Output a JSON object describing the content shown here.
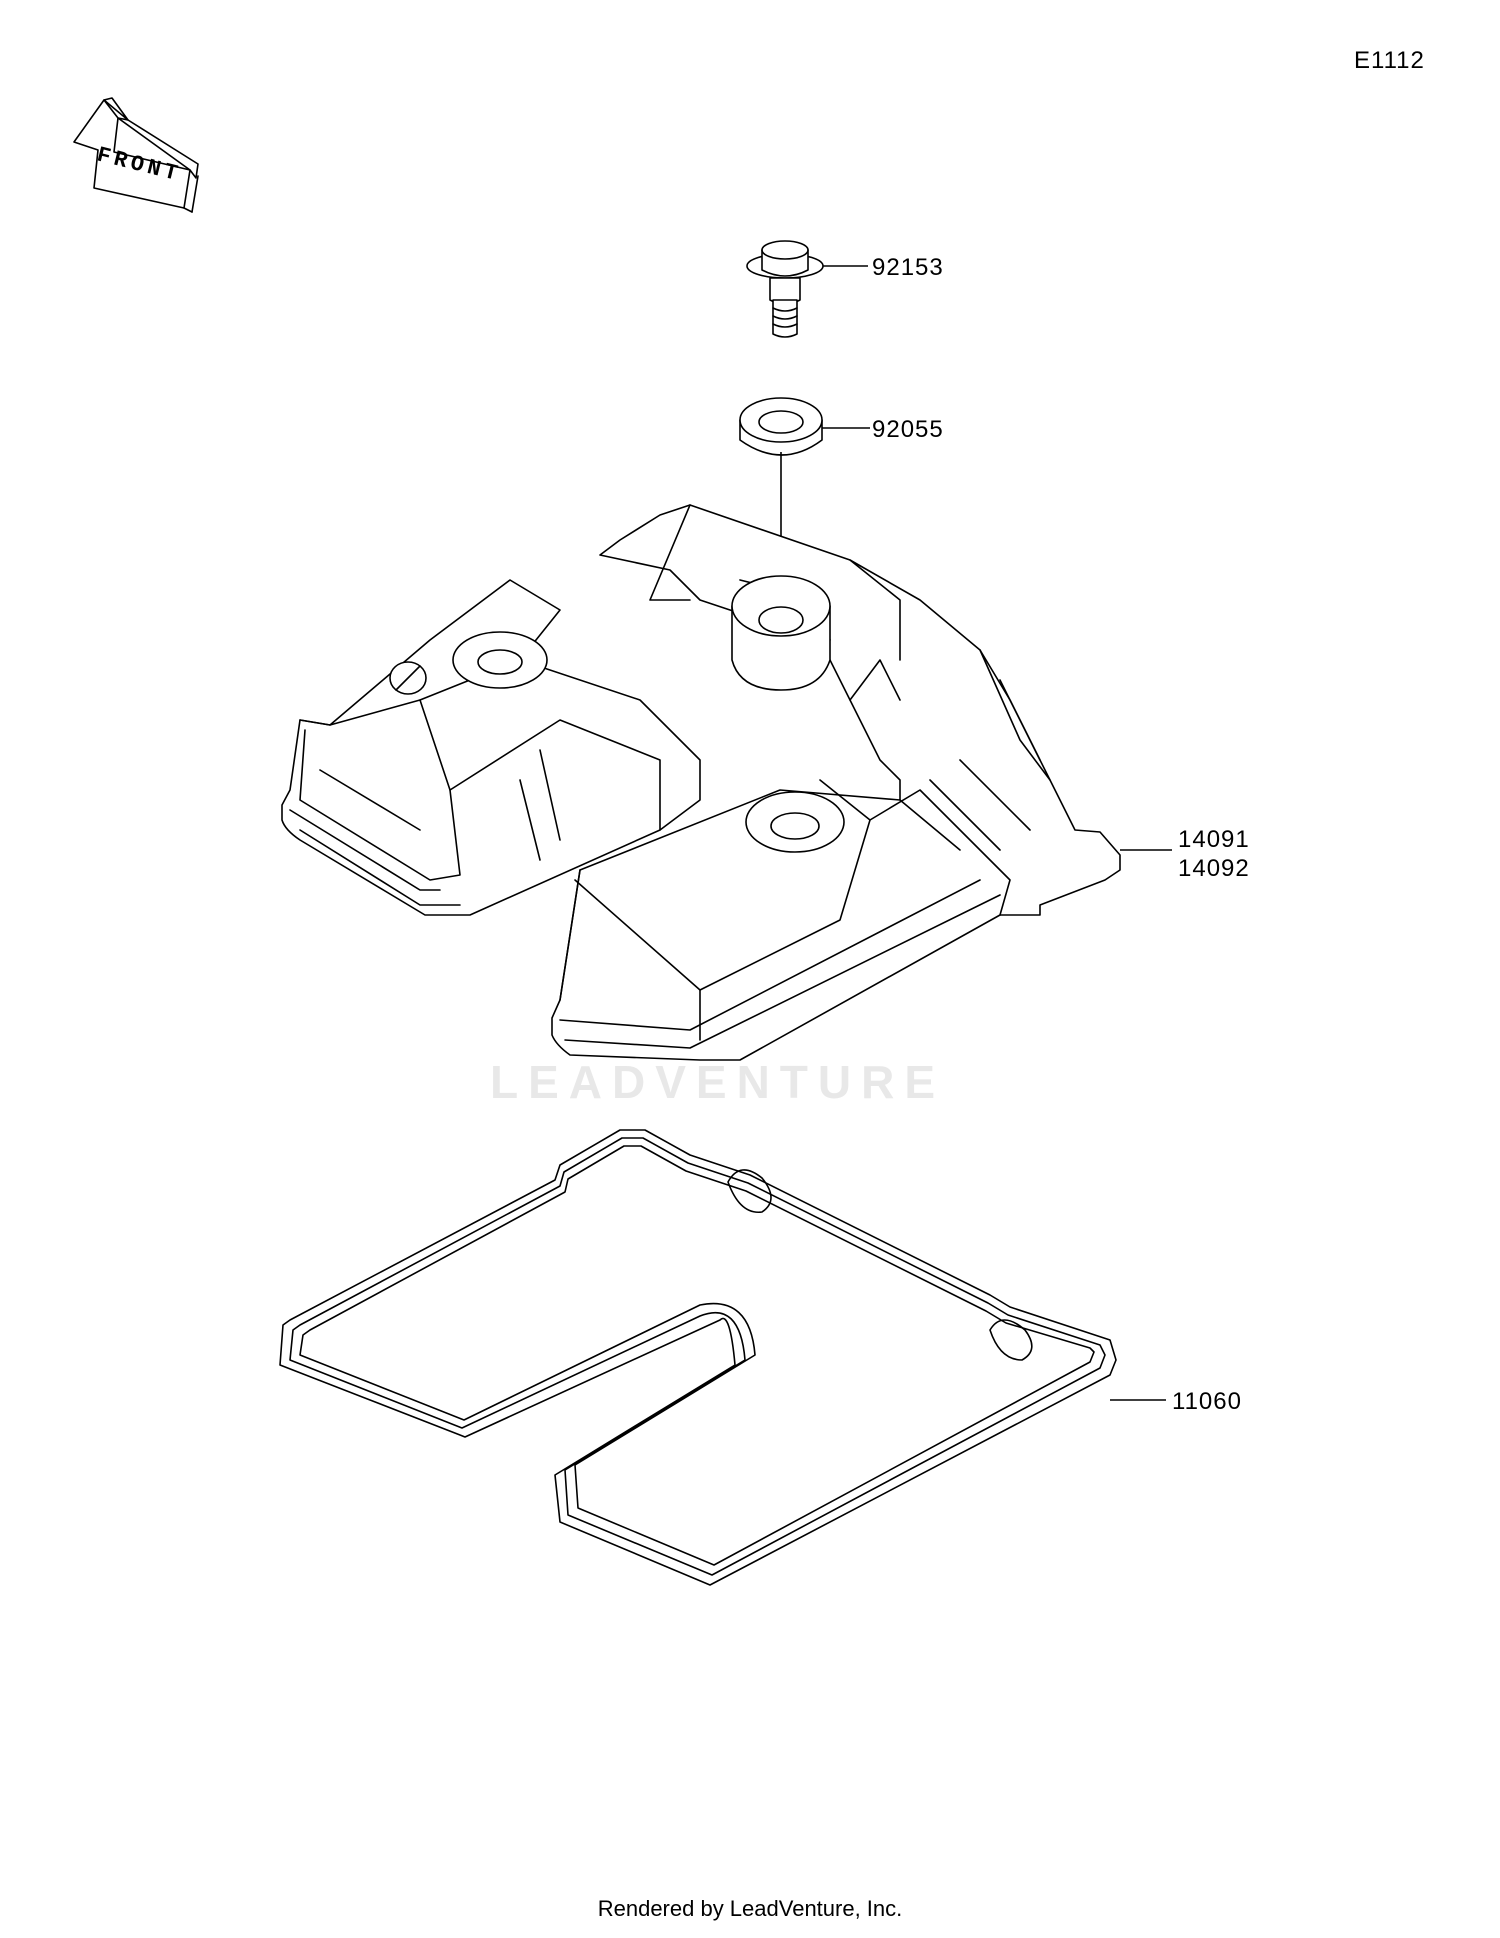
{
  "diagram_code": "E1112",
  "front_arrow_label": "FRONT",
  "watermark": "LEADVENTURE",
  "footer_text": "Rendered by LeadVenture, Inc.",
  "parts": [
    {
      "id": "bolt",
      "numbers": [
        "92153"
      ]
    },
    {
      "id": "washer",
      "numbers": [
        "92055"
      ]
    },
    {
      "id": "cylinder-head-cover",
      "numbers": [
        "14091",
        "14092"
      ]
    },
    {
      "id": "gasket",
      "numbers": [
        "11060"
      ]
    }
  ]
}
